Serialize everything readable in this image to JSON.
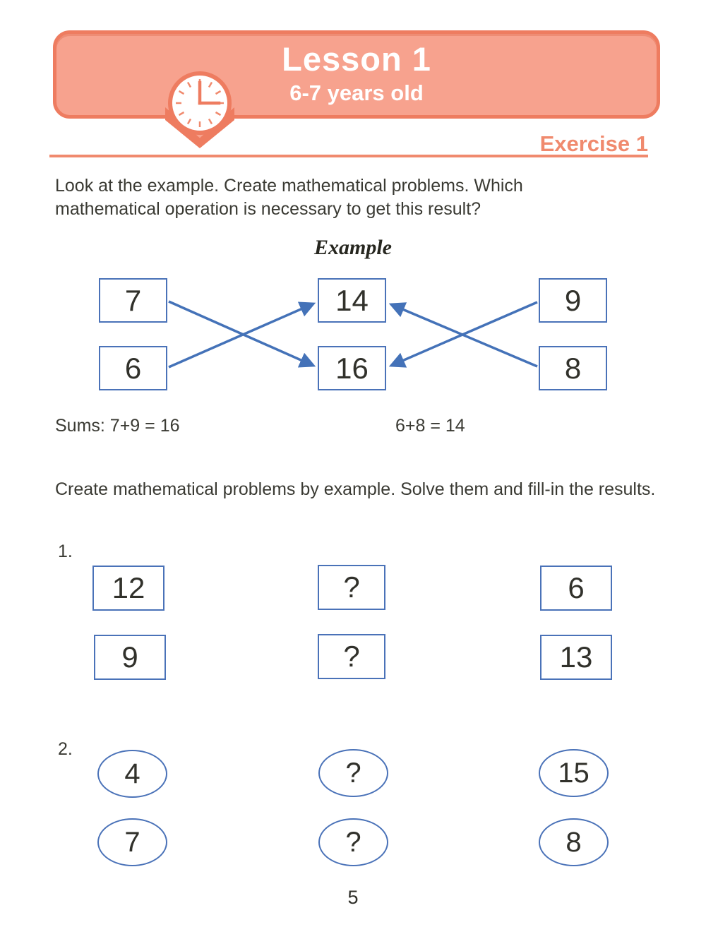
{
  "header": {
    "title": "Lesson 1",
    "subtitle": "6-7 years old",
    "icon": "clock-icon"
  },
  "exercise": {
    "heading": "Exercise 1"
  },
  "intro_text": "Look at the example. Create mathematical problems. Which mathematical operation is necessary to get this result?",
  "example": {
    "title": "Example",
    "left": [
      "7",
      "6"
    ],
    "middle": [
      "14",
      "16"
    ],
    "right": [
      "9",
      "8"
    ],
    "connections": [
      "7 to 16",
      "6 to 14",
      "9 to 16",
      "8 to 14"
    ],
    "sum_left": "Sums: 7+9 = 16",
    "sum_right": "6+8 = 14"
  },
  "task_text": "Create mathematical problems by example. Solve them and fill-in the results.",
  "problems": [
    {
      "label": "1.",
      "shape": "rectangle",
      "left": [
        "12",
        "9"
      ],
      "middle": [
        "?",
        "?"
      ],
      "right": [
        "6",
        "13"
      ]
    },
    {
      "label": "2.",
      "shape": "oval",
      "left": [
        "4",
        "7"
      ],
      "middle": [
        "?",
        "?"
      ],
      "right": [
        "15",
        "8"
      ]
    }
  ],
  "page_number": "5",
  "colors": {
    "banner_fill": "#f7a28e",
    "banner_border": "#ee7c60",
    "accent": "#f08a6e",
    "box_border": "#4a72b8",
    "arrow": "#4472b8",
    "text": "#3a3a33"
  }
}
